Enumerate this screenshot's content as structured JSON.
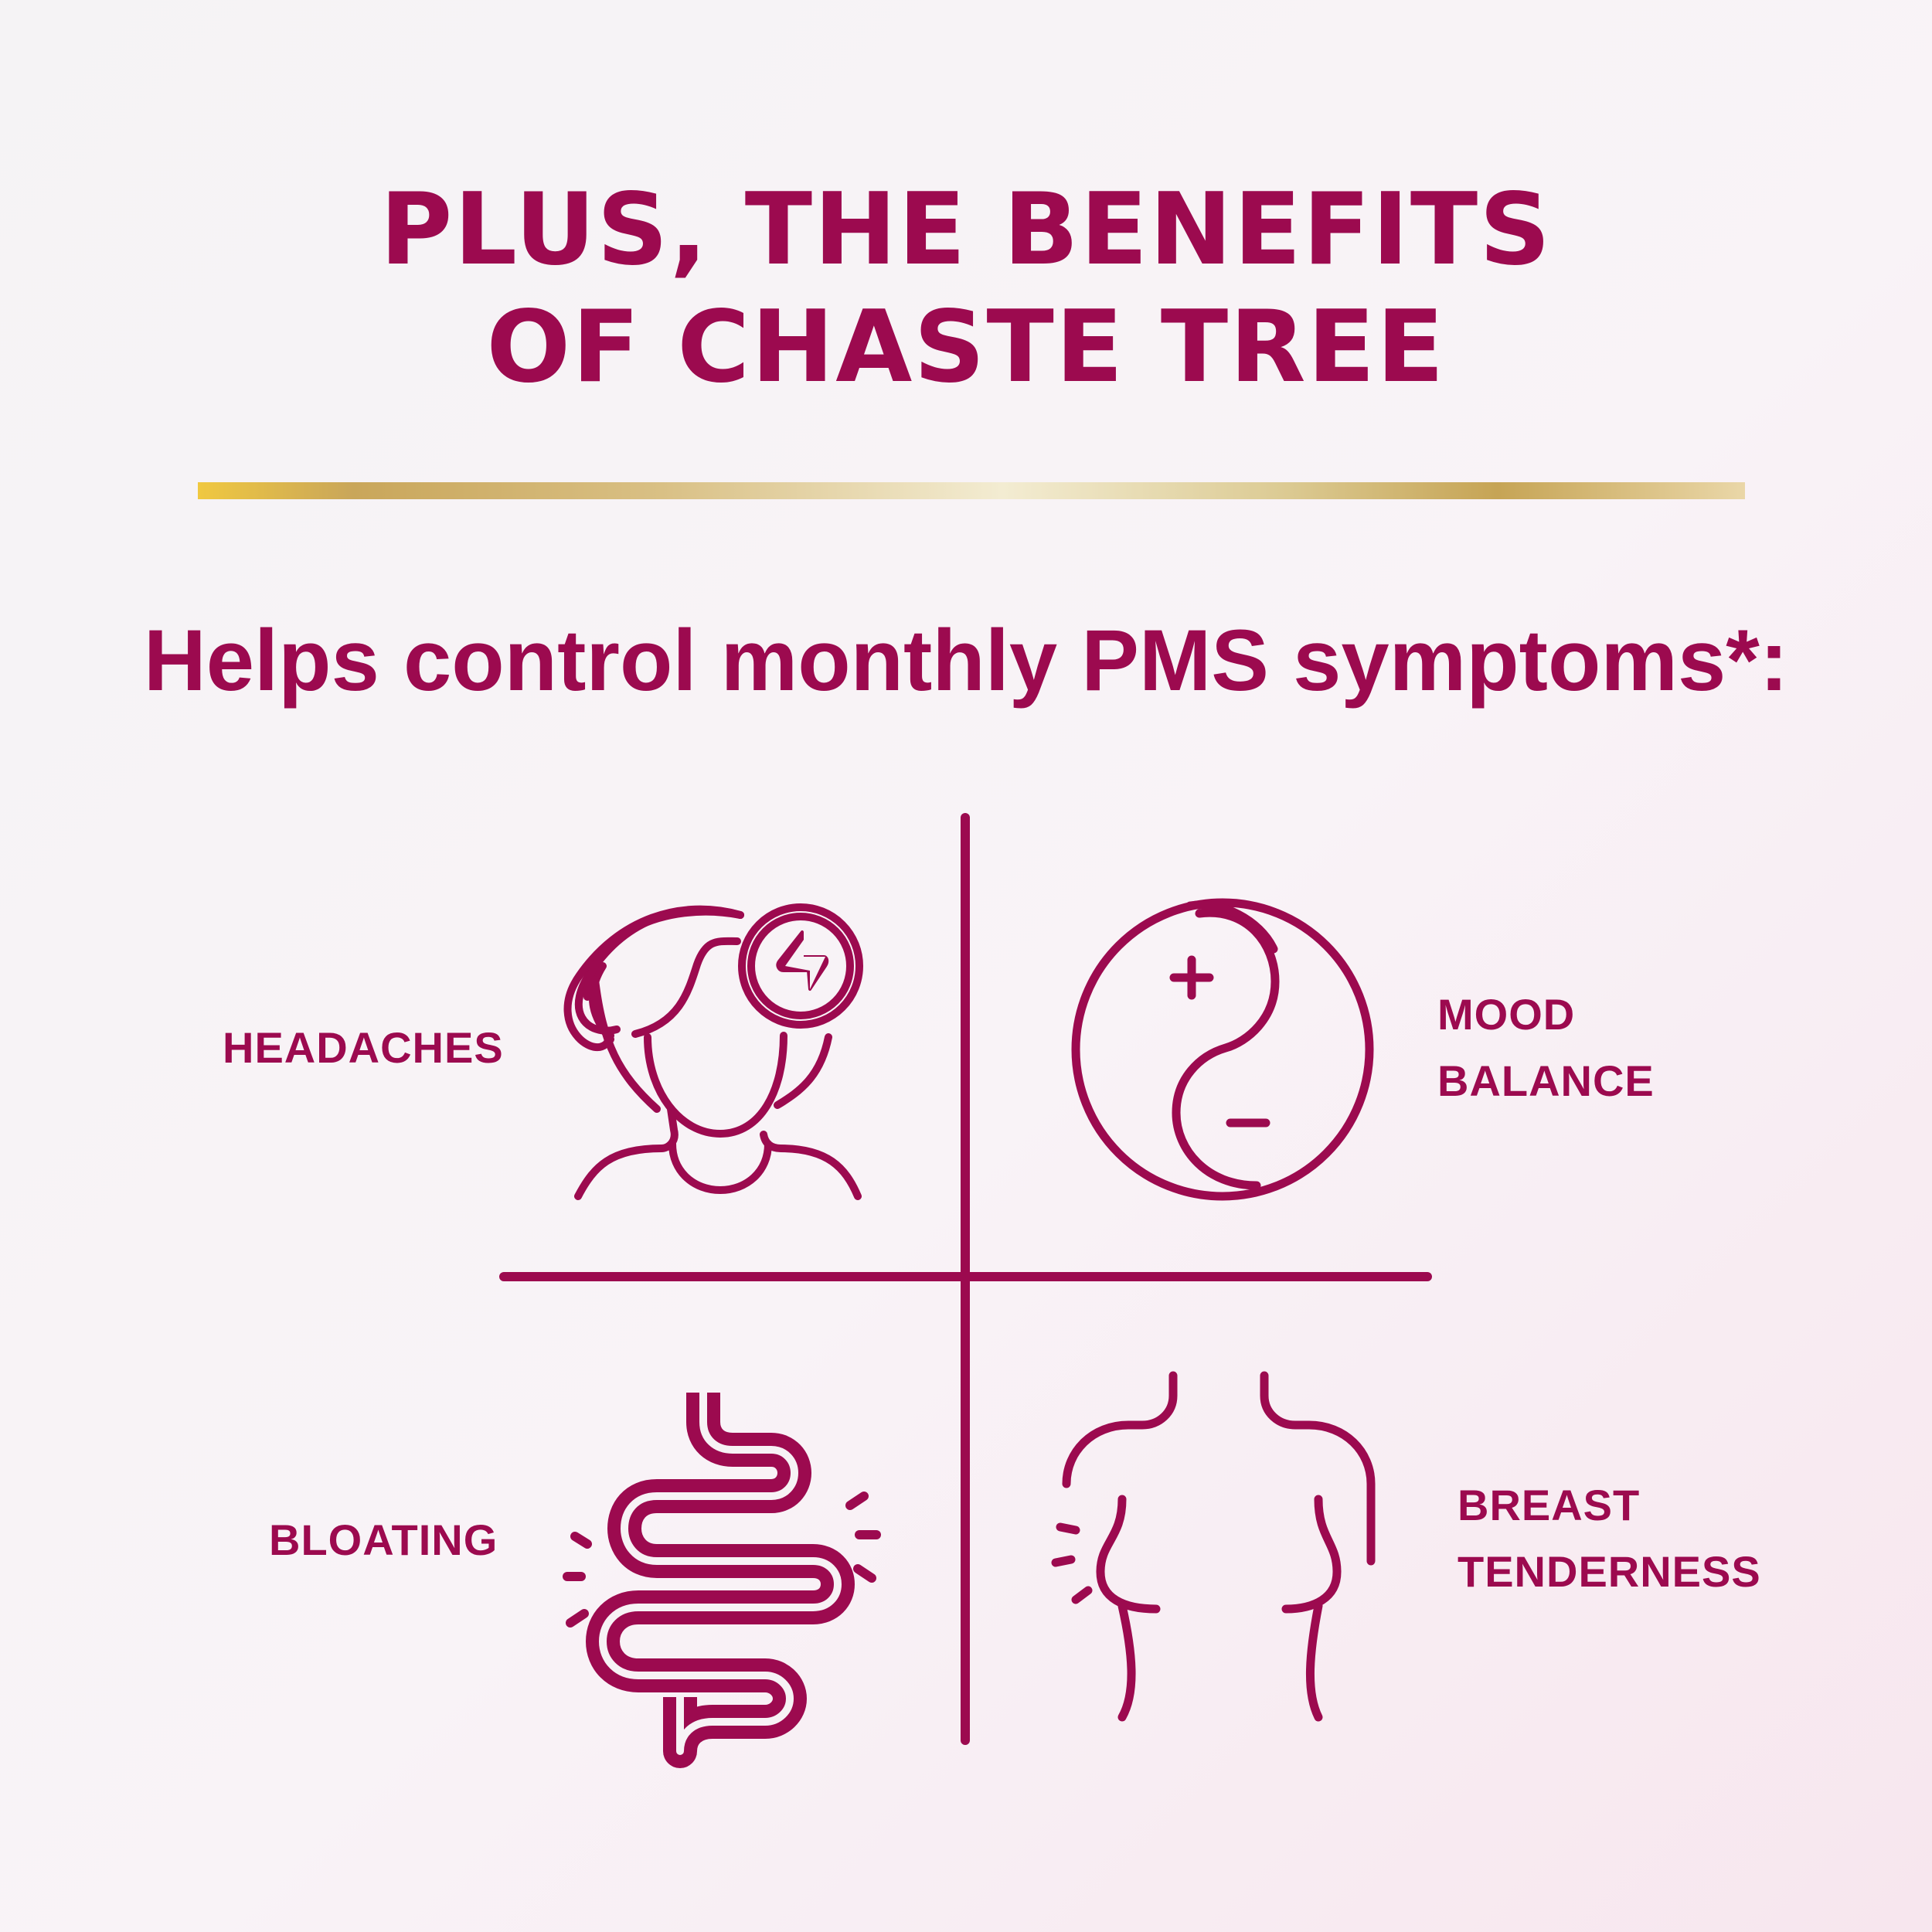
{
  "header": {
    "title_line1": "PLUS, THE BENEFITS",
    "title_line2": "OF CHASTE TREE"
  },
  "subtitle": "Helps control monthly PMS symptoms*:",
  "benefits": {
    "headaches": {
      "label": "HEADACHES",
      "icon": "headache-icon"
    },
    "mood": {
      "label_line1": "MOOD",
      "label_line2": "BALANCE",
      "icon": "yin-yang-plus-minus-icon"
    },
    "bloating": {
      "label": "BLOATING",
      "icon": "intestine-icon"
    },
    "breast": {
      "label_line1": "BREAST",
      "label_line2": "TENDERNESS",
      "icon": "torso-icon"
    }
  },
  "colors": {
    "brand": "#9c0a4f",
    "gold_light": "#f3ecd2",
    "gold_dark": "#c6a455",
    "background": "#f7f2f5"
  }
}
